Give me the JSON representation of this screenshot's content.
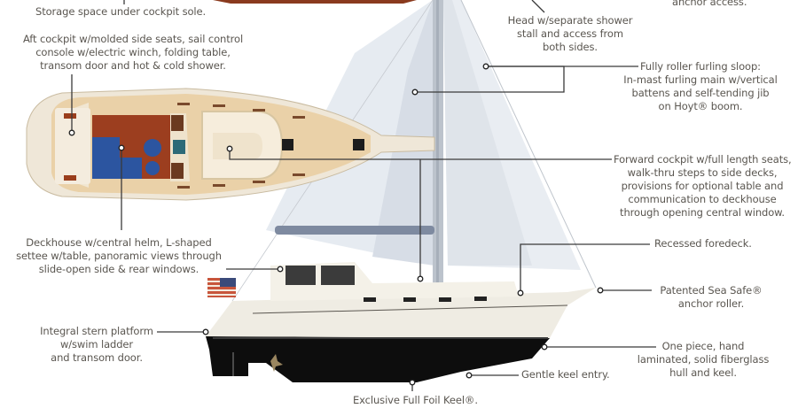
{
  "diagram": {
    "subject": "Sailboat feature callout diagram (plan view and side profile)",
    "colors": {
      "text": "#5a5650",
      "leader_line": "#3a3a3a",
      "deck": "#ead1a8",
      "teak": "#9c3e1f",
      "cushion_blue": "#2c55a0",
      "hull_white": "#efece3",
      "hull_black": "#0d0d0d",
      "sail": "#e4e9ef"
    },
    "callouts": {
      "storage": "Storage space under cockpit sole.",
      "anchor_access": "anchor access.",
      "aft_cockpit": [
        "Aft cockpit w/molded side seats, sail control",
        "console w/electric winch, folding table,",
        "transom door and hot & cold shower."
      ],
      "head": [
        "Head w/separate shower",
        "stall and access from",
        "both sides."
      ],
      "furling": [
        "Fully roller furling sloop:",
        "In-mast furling main w/vertical",
        "battens and self-tending jib",
        "on Hoyt® boom."
      ],
      "forward_cockpit": [
        "Forward cockpit w/full length seats,",
        "walk-thru steps to side decks,",
        "provisions for optional table and",
        "communication to deckhouse",
        "through opening central window."
      ],
      "deckhouse": [
        "Deckhouse w/central helm, L-shaped",
        "settee w/table, panoramic views through",
        "slide-open side & rear windows."
      ],
      "foredeck": "Recessed foredeck.",
      "anchor_roller": [
        "Patented Sea Safe®",
        "anchor roller."
      ],
      "stern_platform": [
        "Integral stern platform",
        "w/swim ladder",
        "and transom door."
      ],
      "hull": [
        "One piece, hand",
        "laminated, solid fiberglass",
        "hull and keel."
      ],
      "keel_entry": "Gentle keel entry.",
      "full_foil_keel": "Exclusive Full Foil Keel®."
    }
  }
}
